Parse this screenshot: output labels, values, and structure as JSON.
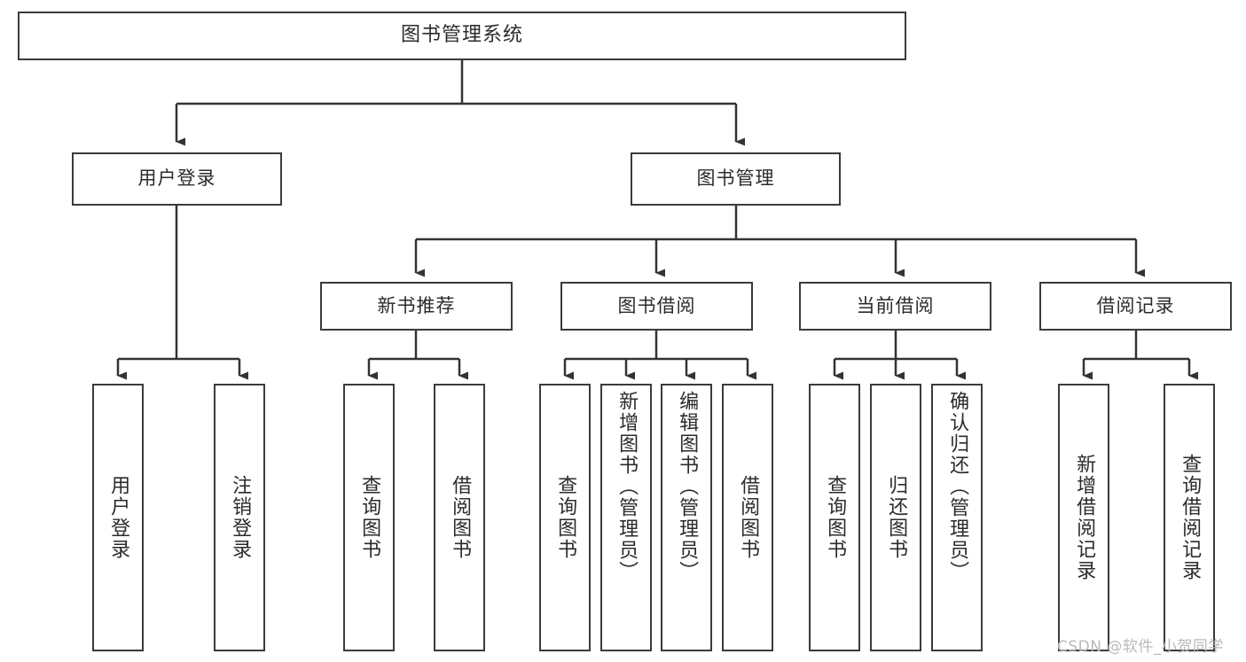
{
  "diagram": {
    "title": "图书管理系统",
    "type": "tree-hierarchy",
    "watermark": "CSDN @软件_小贺同学",
    "colors": {
      "box_border": "#3b3b3b",
      "box_fill": "#ffffff",
      "connector": "#333333",
      "text": "#2b2b2b",
      "watermark": "#b9b9b9"
    },
    "root": {
      "label": "图书管理系统"
    },
    "level2": [
      {
        "label": "用户登录"
      },
      {
        "label": "图书管理"
      }
    ],
    "level3": [
      {
        "label": "新书推荐"
      },
      {
        "label": "图书借阅"
      },
      {
        "label": "当前借阅"
      },
      {
        "label": "借阅记录"
      }
    ],
    "leaves": {
      "user_login": [
        {
          "label": "用户登录"
        },
        {
          "label": "注销登录"
        }
      ],
      "new_book_recommend": [
        {
          "label": "查询图书"
        },
        {
          "label": "借阅图书"
        }
      ],
      "book_borrow": [
        {
          "label": "查询图书"
        },
        {
          "label": "新增图书（管理员）"
        },
        {
          "label": "编辑图书（管理员）"
        },
        {
          "label": "借阅图书"
        }
      ],
      "current_borrow": [
        {
          "label": "查询图书"
        },
        {
          "label": "归还图书"
        },
        {
          "label": "确认归还（管理员）"
        }
      ],
      "borrow_record": [
        {
          "label": "新增借阅记录"
        },
        {
          "label": "查询借阅记录"
        }
      ]
    }
  }
}
